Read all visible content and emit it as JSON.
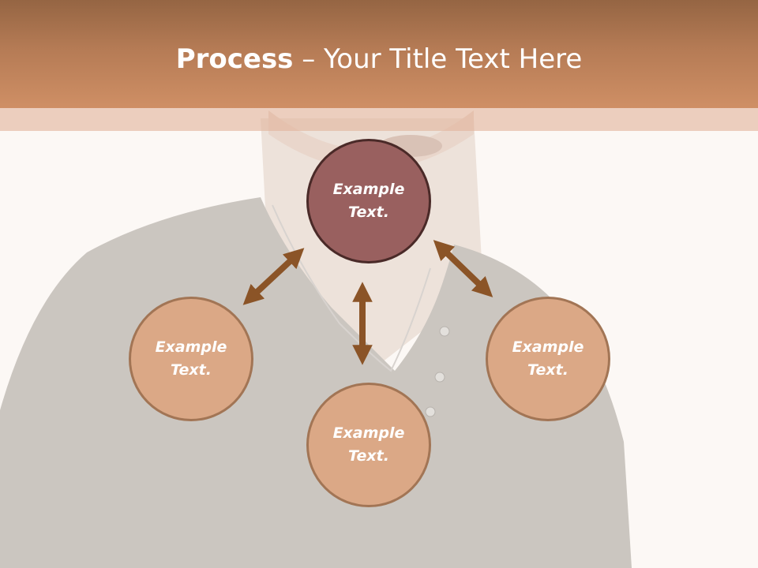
{
  "title": {
    "bold": "Process",
    "rest": " – Your Title Text Here"
  },
  "nodes": {
    "center": {
      "line1": "Example",
      "line2": "Text."
    },
    "left": {
      "line1": "Example",
      "line2": "Text."
    },
    "bottom": {
      "line1": "Example",
      "line2": "Text."
    },
    "right": {
      "line1": "Example",
      "line2": "Text."
    }
  },
  "colors": {
    "title_bar": "#c0845a",
    "center_fill": "#99605f",
    "outer_fill": "#dba886",
    "arrow": "#8b5427"
  }
}
